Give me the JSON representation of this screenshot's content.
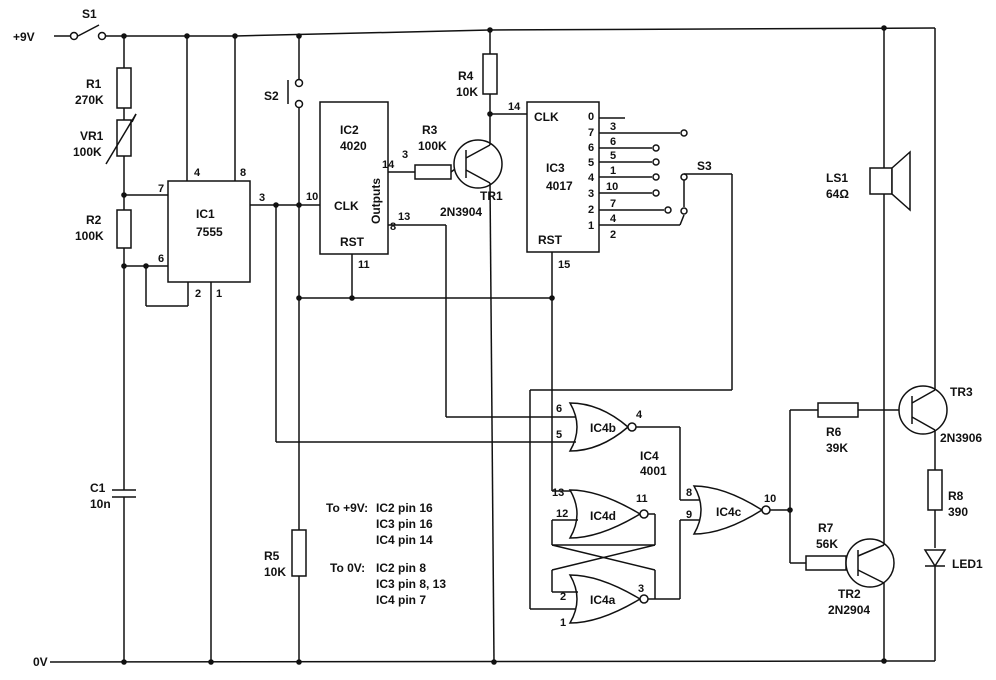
{
  "rails": {
    "supply": "+9V",
    "ground": "0V"
  },
  "switches": {
    "s1": "S1",
    "s2": "S2",
    "s3": "S3"
  },
  "resistors": {
    "r1": {
      "ref": "R1",
      "value": "270K"
    },
    "vr1": {
      "ref": "VR1",
      "value": "100K"
    },
    "r2": {
      "ref": "R2",
      "value": "100K"
    },
    "r3": {
      "ref": "R3",
      "value": "100K"
    },
    "r4": {
      "ref": "R4",
      "value": "10K"
    },
    "r5": {
      "ref": "R5",
      "value": "10K"
    },
    "r6": {
      "ref": "R6",
      "value": "39K"
    },
    "r7": {
      "ref": "R7",
      "value": "56K"
    },
    "r8": {
      "ref": "R8",
      "value": "390"
    }
  },
  "capacitors": {
    "c1": {
      "ref": "C1",
      "value": "10n"
    }
  },
  "ics": {
    "ic1": {
      "ref": "IC1",
      "part": "7555",
      "pins": [
        "4",
        "8",
        "7",
        "3",
        "6",
        "2",
        "1"
      ]
    },
    "ic2": {
      "ref": "IC2",
      "part": "4020",
      "clk": "CLK",
      "rst": "RST",
      "outputs": "Outputs",
      "pins": [
        "10",
        "14",
        "13",
        "8",
        "11",
        "3"
      ]
    },
    "ic3": {
      "ref": "IC3",
      "part": "4017",
      "clk": "CLK",
      "rst": "RST",
      "pin_clk": "14",
      "pin_rst": "15",
      "outputs": [
        "0",
        "7",
        "6",
        "5",
        "4",
        "3",
        "2",
        "1"
      ],
      "pins": [
        "3",
        "6",
        "5",
        "1",
        "10",
        "7",
        "4",
        "2"
      ]
    },
    "ic4": {
      "ref": "IC4",
      "part": "4001"
    }
  },
  "gates": {
    "a": {
      "ref": "IC4a",
      "in1": "2",
      "in2": "1",
      "out": "3"
    },
    "b": {
      "ref": "IC4b",
      "in1": "6",
      "in2": "5",
      "out": "4"
    },
    "c": {
      "ref": "IC4c",
      "in1": "8",
      "in2": "9",
      "out": "10"
    },
    "d": {
      "ref": "IC4d",
      "in1": "13",
      "in2": "12",
      "out": "11"
    }
  },
  "transistors": {
    "tr1": {
      "ref": "TR1",
      "part": "2N3904"
    },
    "tr2": {
      "ref": "TR2",
      "part": "2N2904"
    },
    "tr3": {
      "ref": "TR3",
      "part": "2N3906"
    }
  },
  "speaker": {
    "ref": "LS1",
    "value": "64Ω"
  },
  "led": {
    "ref": "LED1"
  },
  "notes": {
    "supply_title": "To +9V:",
    "supply_lines": [
      "IC2 pin 16",
      "IC3 pin 16",
      "IC4 pin 14"
    ],
    "ground_title": "To 0V:",
    "ground_lines": [
      "IC2 pin 8",
      "IC3 pin 8, 13",
      "IC4 pin 7"
    ]
  }
}
